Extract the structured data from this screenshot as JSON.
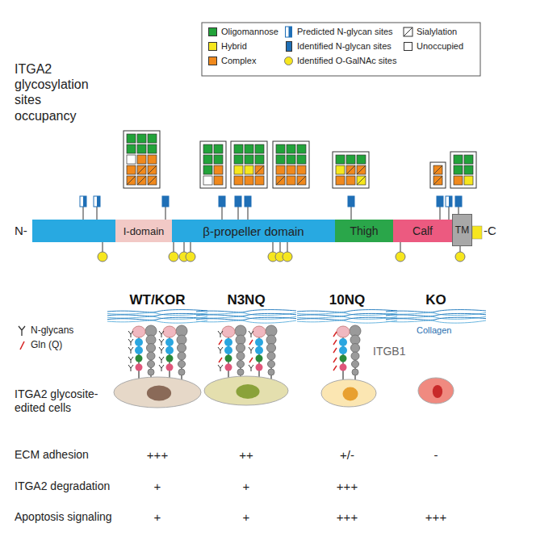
{
  "diagram": {
    "title": "ITGA2 glycosylation sites occupancy",
    "nodes": [
      {
        "text": [
          "I-domain"
        ]
      },
      {
        "text": [
          "β-propeller domain"
        ]
      },
      {
        "text": [
          "Thigh"
        ]
      },
      {
        "text": [
          "Calf"
        ]
      },
      {
        "text": [
          "TM"
        ]
      }
    ],
    "labels": [
      "N-",
      "-C",
      "WT/KOR",
      "N3NQ",
      "10NQ",
      "KO",
      "Collagen",
      "ITGB1",
      "ITGA2 glycosite-edited cells",
      "ECM adhesion",
      "+++",
      "++",
      "+/-",
      "-",
      "ITGA2 degradation",
      "+",
      "+",
      "+++",
      "Apoptosis signaling",
      "+",
      "+",
      "+++",
      "+++"
    ],
    "legend": [
      {
        "text": "Oligomannose",
        "color": "#22a33a"
      },
      {
        "text": "Hybrid",
        "color": "#f6e61e"
      },
      {
        "text": "Complex",
        "color": "#f0891d"
      },
      {
        "text": "Predicted N-glycan sites"
      },
      {
        "text": "Identified N-glycan sites",
        "color": "#1f6fb6"
      },
      {
        "text": "Identified O-GalNAc sites"
      },
      {
        "text": "Sialylation"
      },
      {
        "text": "Unoccupied",
        "color": "#ffffff"
      },
      {
        "text": "N-glycans"
      },
      {
        "text": "Gln (Q)"
      }
    ]
  }
}
